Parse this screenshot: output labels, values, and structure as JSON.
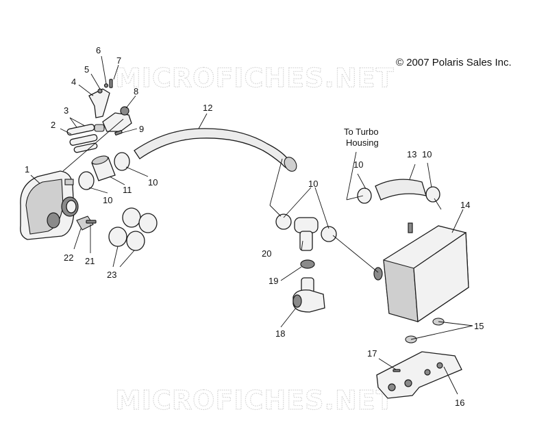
{
  "copyright": "© 2007 Polaris Sales Inc.",
  "watermark": "MICROFICHES.NET",
  "note": {
    "line1": "To Turbo",
    "line2": "Housing"
  },
  "callouts": {
    "c1": "1",
    "c2": "2",
    "c3": "3",
    "c4": "4",
    "c5": "5",
    "c6": "6",
    "c7": "7",
    "c8": "8",
    "c9": "9",
    "c10a": "10",
    "c10b": "10",
    "c10c": "10",
    "c10d": "10",
    "c10e": "10",
    "c11": "11",
    "c12": "12",
    "c13": "13",
    "c14": "14",
    "c15": "15",
    "c16": "16",
    "c17": "17",
    "c18": "18",
    "c19": "19",
    "c20": "20",
    "c21": "21",
    "c22": "22",
    "c23": "23"
  }
}
